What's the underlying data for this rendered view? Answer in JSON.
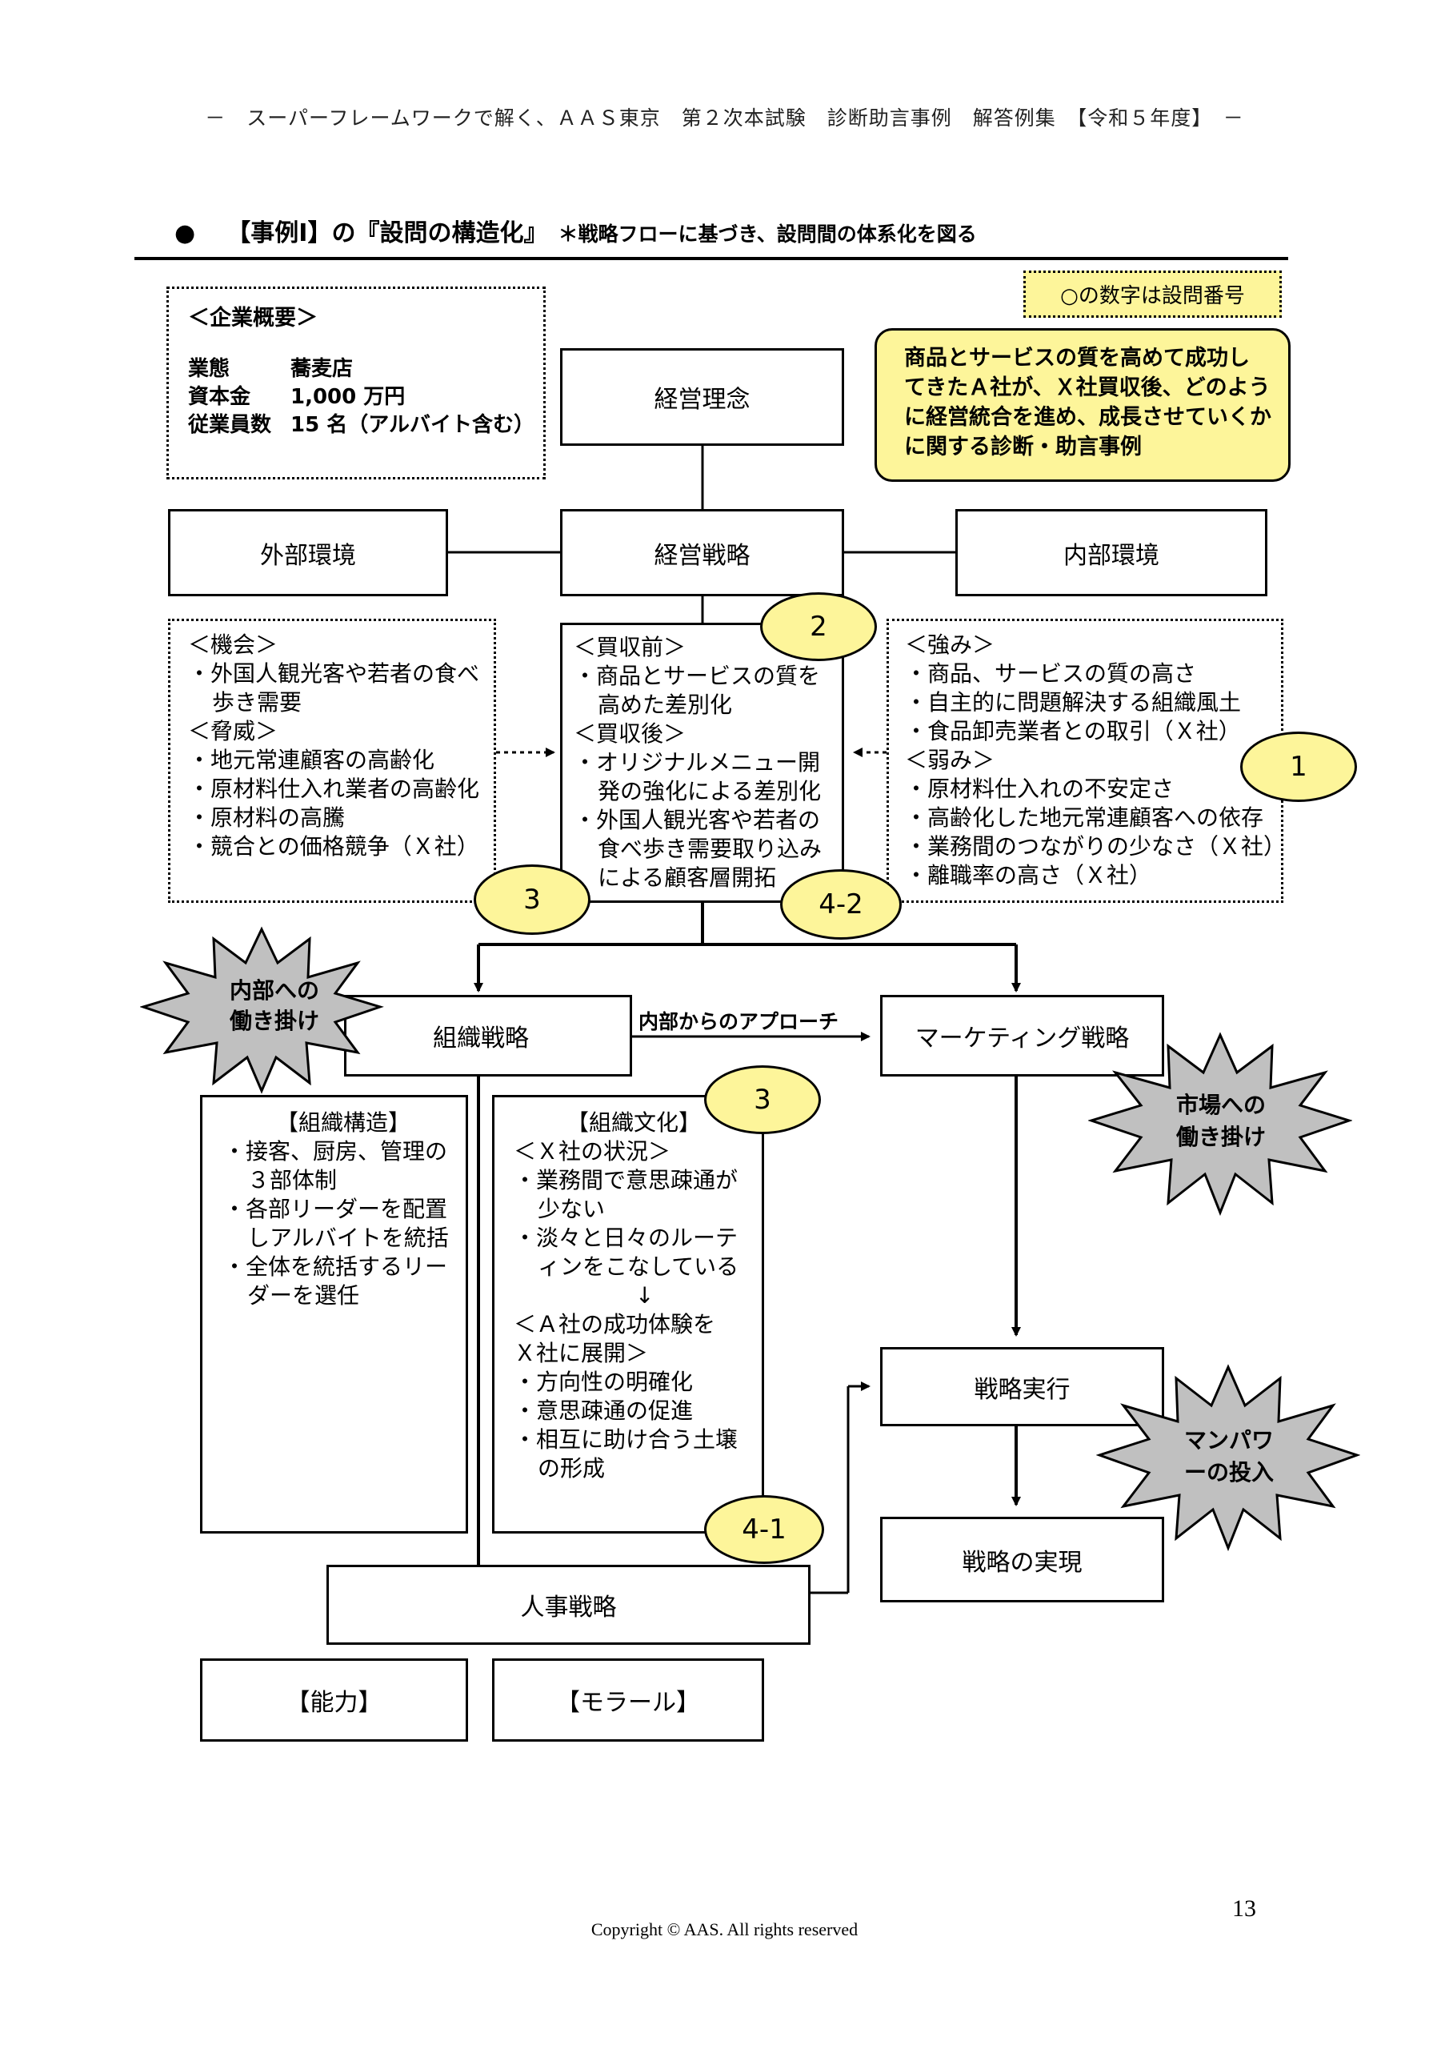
{
  "header": "－　スーパーフレームワークで解く、ＡＡＳ東京　第２次本試験　診断助言事例　解答例集　【令和５年度】　－",
  "section": {
    "bullet": "●",
    "title": "【事例Ⅰ】の『設問の構造化』",
    "subtitle": "＊戦略フローに基づき、設問間の体系化を図る"
  },
  "legend": "○の数字は設問番号",
  "company": {
    "heading": "＜企業概要＞",
    "rows": [
      {
        "key": "業態",
        "value": "蕎麦店"
      },
      {
        "key": "資本金",
        "value": "1,000 万円"
      },
      {
        "key": "従業員数",
        "value": "15 名（アルバイト含む）"
      }
    ]
  },
  "theme": [
    "商品とサービスの質を高めて成功し",
    "てきたＡ社が、Ｘ社買収後、どのよう",
    "に経営統合を進め、成長させていくか",
    "に関する診断・助言事例"
  ],
  "nodes": {
    "philosophy": "経営理念",
    "strategy": "経営戦略",
    "external": "外部環境",
    "internal": "内部環境",
    "org_strategy": "組織戦略",
    "marketing": "マーケティング戦略",
    "execution": "戦略実行",
    "realization": "戦略の実現",
    "hr": "人事戦略",
    "ability": "【能力】",
    "morale": "【モラール】"
  },
  "opportunities_threats": {
    "opp_heading": "＜機会＞",
    "opp_items": [
      [
        "・外国人観光客や若者の食べ",
        "歩き需要"
      ]
    ],
    "threat_heading": "＜脅威＞",
    "threat_items": [
      "・地元常連顧客の高齢化",
      "・原材料仕入れ業者の高齢化",
      "・原材料の高騰",
      "・競合との価格競争（Ｘ社）"
    ]
  },
  "acquisition": {
    "before_heading": "＜買収前＞",
    "before_items": [
      [
        "・商品とサービスの質を",
        "高めた差別化"
      ]
    ],
    "after_heading": "＜買収後＞",
    "after_items": [
      [
        "・オリジナルメニュー開",
        "発の強化による差別化"
      ],
      [
        "・外国人観光客や若者の",
        "食べ歩き需要取り込み",
        "による顧客層開拓"
      ]
    ]
  },
  "strengths_weaknesses": {
    "str_heading": "＜強み＞",
    "str_items": [
      "・商品、サービスの質の高さ",
      "・自主的に問題解決する組織風土",
      "・食品卸売業者との取引（Ｘ社）"
    ],
    "weak_heading": "＜弱み＞",
    "weak_items": [
      "・原材料仕入れの不安定さ",
      "・高齢化した地元常連顧客への依存",
      "・業務間のつながりの少なさ（Ｘ社）",
      "・離職率の高さ（Ｘ社）"
    ]
  },
  "approach_label": "内部からのアプローチ",
  "org_structure": {
    "heading": "【組織構造】",
    "items": [
      [
        "・接客、厨房、管理の",
        "３部体制"
      ],
      [
        "・各部リーダーを配置",
        "しアルバイトを統括"
      ],
      [
        "・全体を統括するリー",
        "ダーを選任"
      ]
    ]
  },
  "org_culture": {
    "heading": "【組織文化】",
    "sub1": "＜Ｘ社の状況＞",
    "items1": [
      [
        "・業務間で意思疎通が",
        "少ない"
      ],
      [
        "・淡々と日々のルーテ",
        "ィンをこなしている"
      ]
    ],
    "arrow": "↓",
    "sub2": [
      "＜Ａ社の成功体験を",
      "Ｘ社に展開＞"
    ],
    "items2": [
      [
        "・方向性の明確化"
      ],
      [
        "・意思疎通の促進"
      ],
      [
        "・相互に助け合う土壌",
        "の形成"
      ]
    ]
  },
  "badges": {
    "q1": "1",
    "q2": "2",
    "q3a": "3",
    "q3b": "3",
    "q41": "4-1",
    "q42": "4-2"
  },
  "bursts": {
    "internal_work": [
      "内部への",
      "働き掛け"
    ],
    "market_work": [
      "市場への",
      "働き掛け"
    ],
    "manpower": [
      "マンパワ",
      "ーの投入"
    ]
  },
  "colors": {
    "yellow": "#fdf59a",
    "burst_gray": "#c0c0c0"
  },
  "footer": {
    "copyright": "Copyright © AAS. All rights reserved",
    "page": "13"
  }
}
